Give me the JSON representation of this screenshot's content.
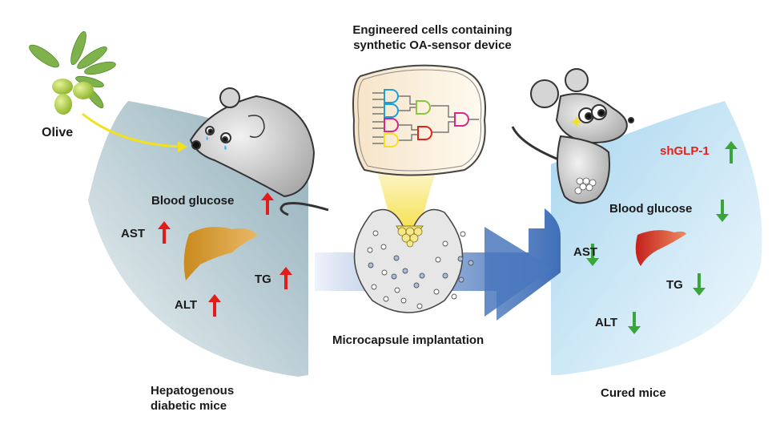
{
  "title": {
    "line1": "Engineered cells containing",
    "line2": "synthetic OA-sensor device"
  },
  "left_panel": {
    "source_label": "Olive",
    "markers": [
      {
        "label": "Blood glucose",
        "direction": "up"
      },
      {
        "label": "AST",
        "direction": "up"
      },
      {
        "label": "TG",
        "direction": "up"
      },
      {
        "label": "ALT",
        "direction": "up"
      }
    ],
    "caption_line1": "Hepatogenous",
    "caption_line2": "diabetic mice"
  },
  "center": {
    "caption": "Microcapsule implantation",
    "logic_gate_colors": [
      "#1e9fd8",
      "#1e9fd8",
      "#d4268e",
      "#f2e11c",
      "#8cc63f",
      "#e2231a",
      "#d4268e"
    ]
  },
  "right_panel": {
    "markers": [
      {
        "label": "shGLP-1",
        "direction": "up",
        "color": "#e2231a"
      },
      {
        "label": "Blood glucose",
        "direction": "down"
      },
      {
        "label": "AST",
        "direction": "down"
      },
      {
        "label": "TG",
        "direction": "down"
      },
      {
        "label": "ALT",
        "direction": "down"
      }
    ],
    "caption": "Cured mice"
  },
  "colors": {
    "up_arrow": "#e21b1b",
    "down_arrow": "#3aa63a",
    "left_bg": "#a9c3cc",
    "right_bg": "#bfe0f2",
    "flow_arrow": "#4f7fc0"
  }
}
